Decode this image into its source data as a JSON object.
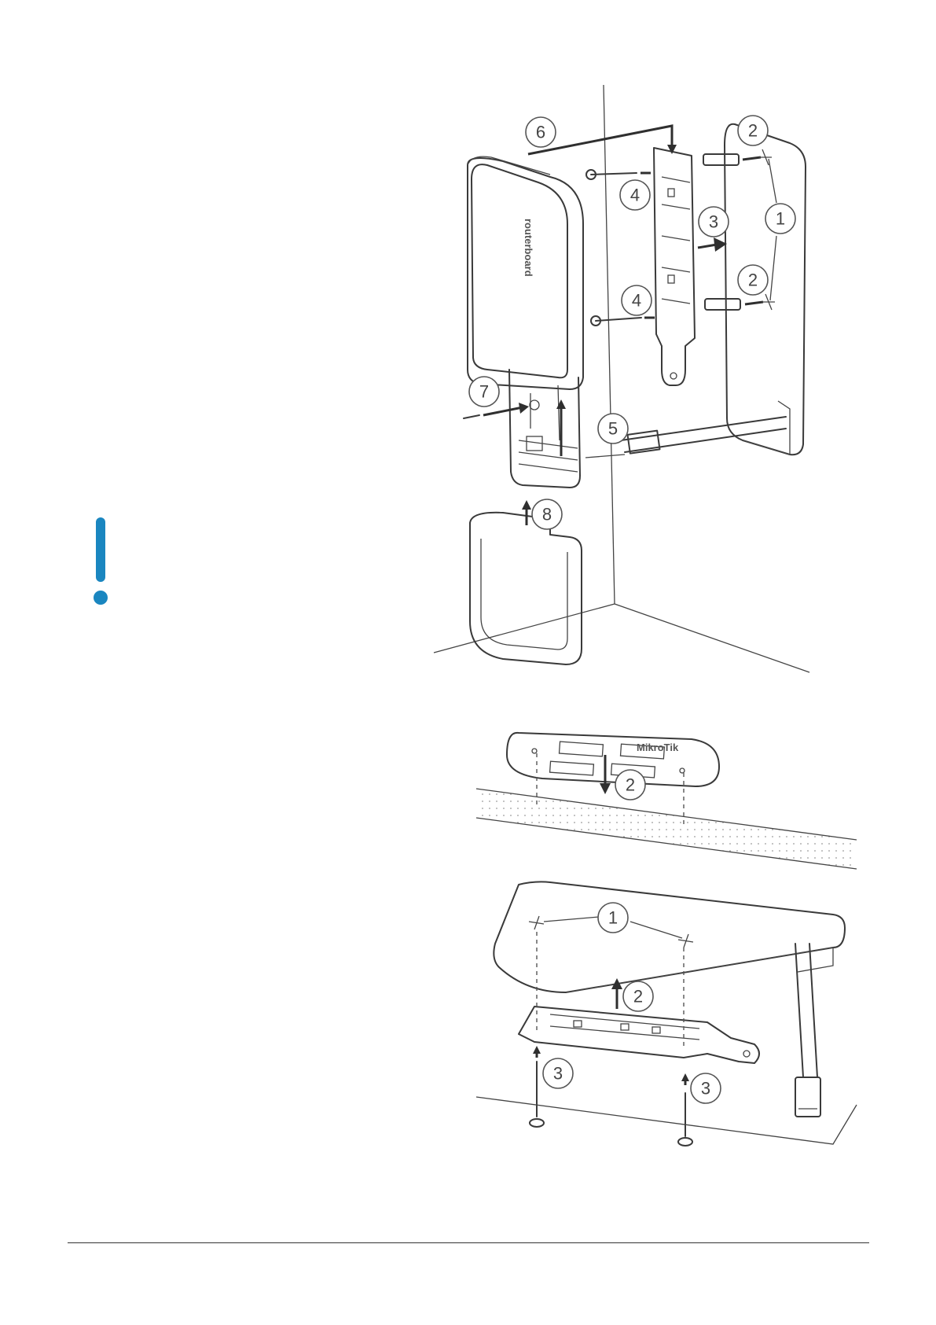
{
  "colors": {
    "accent": "#1a86c0",
    "line": "#3a3a3a",
    "footer_rule": "#333333"
  },
  "icons": {
    "warning": "exclamation-icon"
  },
  "wall_mount": {
    "device_brand": "routerboard",
    "callouts": [
      "6",
      "2",
      "4",
      "3",
      "1",
      "2",
      "4",
      "7",
      "5",
      "8"
    ]
  },
  "ceiling_mount": {
    "bracket_label": "MikroTik",
    "callouts_top": [
      "2"
    ],
    "callouts_bottom": [
      "1",
      "2",
      "3",
      "3"
    ]
  }
}
